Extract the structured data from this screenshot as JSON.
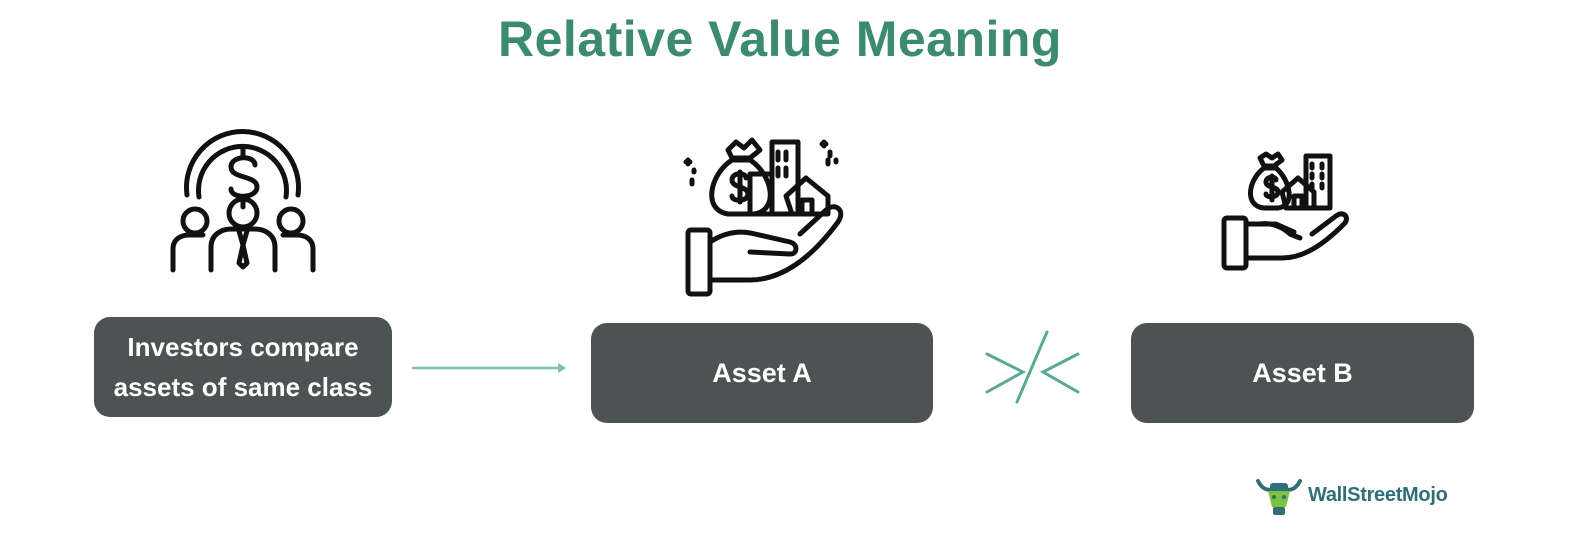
{
  "title": "Relative Value Meaning",
  "boxes": {
    "investors": {
      "line1": "Investors compare",
      "line2": "assets of same class"
    },
    "asset_a": "Asset A",
    "asset_b": "Asset B"
  },
  "icons": {
    "investors": "investors-dollar-icon",
    "asset_a": "hand-holding-assets-icon",
    "asset_b": "hand-holding-assets-small-icon",
    "arrow": "right-arrow-icon",
    "compare": "comparison-sign-icon",
    "logo": "wallstreetmojo-bull-logo-icon"
  },
  "logo": {
    "text": "WallStreetMojo"
  },
  "colors": {
    "title": "#3c8a72",
    "box": "#4d5252",
    "accent": "#7bbfad",
    "icon_stroke": "#111111"
  }
}
